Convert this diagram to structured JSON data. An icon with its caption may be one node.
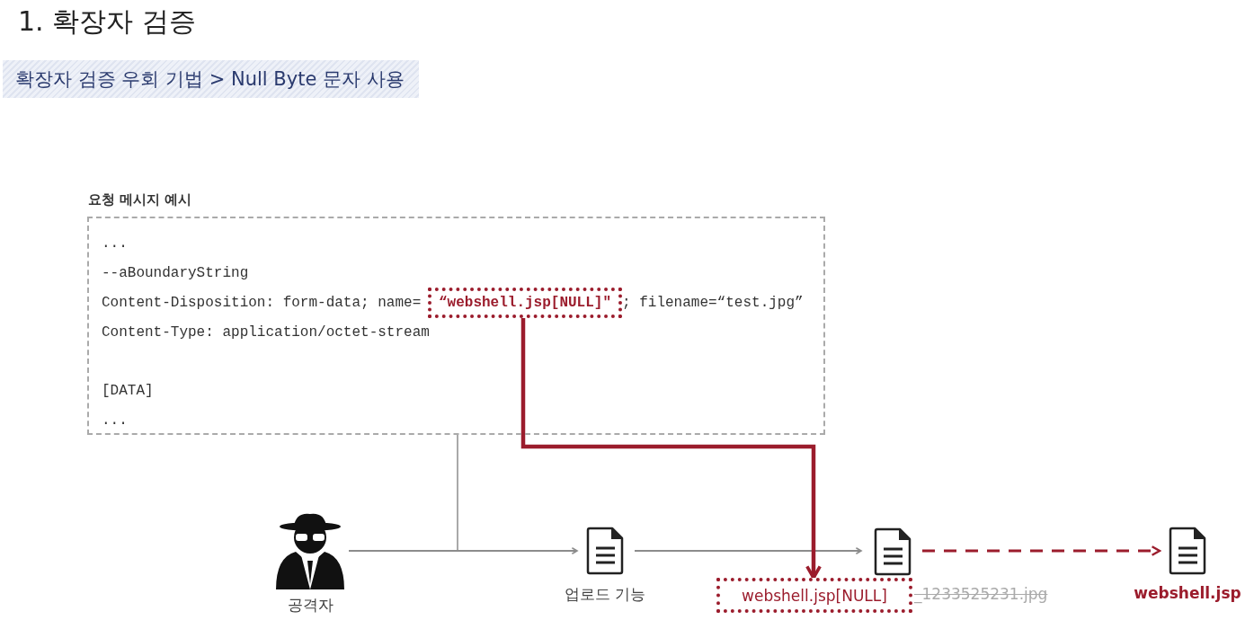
{
  "diagram": {
    "title": "1. 확장자 검증",
    "nodes": [
      {
        "text": [
          "요청 메시지 예시",
          "...",
          "--aBoundaryString",
          "Content-Disposition: form-data; name=",
          "; filename=“test.jpg”",
          "Content-Type: application/octet-stream",
          "[DATA]",
          "..."
        ]
      },
      {
        "text": [
          "“webshell.jsp[NULL]\""
        ],
        "in": 0
      },
      {
        "text": [
          "공격자"
        ]
      },
      {
        "text": [
          "업로드 기능"
        ]
      },
      {
        "text": [],
        "shape": "document"
      },
      {
        "text": [
          "webshell.jsp[NULL]"
        ],
        "beside": [
          "_1233525231.jpg"
        ]
      },
      {
        "text": [
          "webshell.jsp"
        ]
      }
    ],
    "edges": [
      {
        "from": 0,
        "to": null,
        "arrow": "none"
      },
      {
        "from": 2,
        "to": 3,
        "arrow": "to"
      },
      {
        "from": 3,
        "to": 4,
        "arrow": "to"
      },
      {
        "from": 1,
        "to": 5,
        "arrow": "to",
        "style": "thick",
        "color": "#9b1c2c"
      },
      {
        "from": 4,
        "to": 6,
        "arrow": "to",
        "style": "dashed",
        "color": "#9b1c2c"
      }
    ],
    "labels": [
      "확장자 검증 우회 기법 > Null Byte 문자 사용"
    ]
  }
}
